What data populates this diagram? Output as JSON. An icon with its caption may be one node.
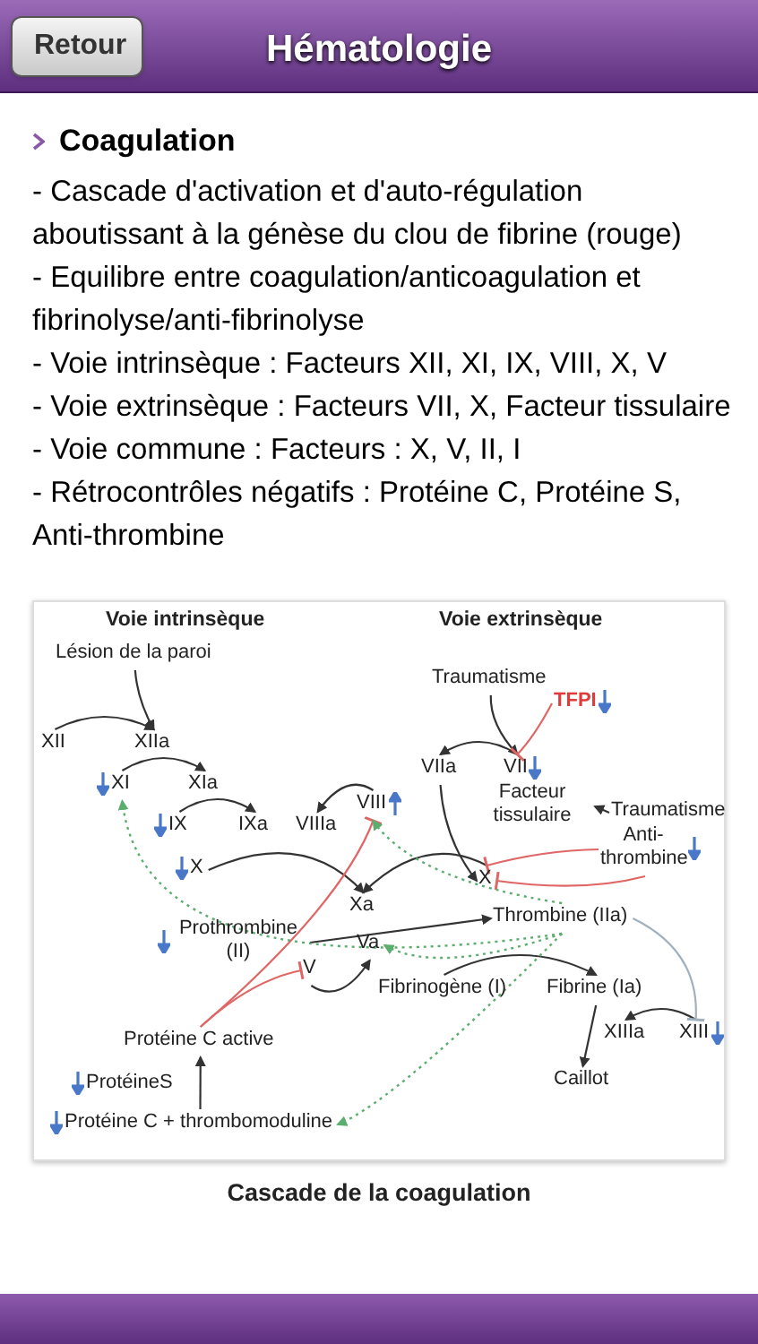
{
  "diagram": {
    "title": "Hématologie",
    "caption": "Cascade de la coagulation",
    "nodes": [
      {
        "text": [
          "Lésion de la paroi"
        ]
      },
      {
        "text": [
          "XII"
        ]
      },
      {
        "text": [
          "XIIa"
        ]
      },
      {
        "text": [
          "XI"
        ]
      },
      {
        "text": [
          "XIa"
        ]
      },
      {
        "text": [
          "IX"
        ]
      },
      {
        "text": [
          "IXa"
        ]
      },
      {
        "text": [
          "VIIIa"
        ]
      },
      {
        "text": [
          "VIII"
        ]
      },
      {
        "text": [
          "X"
        ]
      },
      {
        "text": [
          "Xa"
        ]
      },
      {
        "text": [
          "Prothrombine (II)"
        ]
      },
      {
        "text": [
          "Va"
        ]
      },
      {
        "text": [
          "V"
        ]
      },
      {
        "text": [
          "Thrombine (IIa)"
        ]
      },
      {
        "text": [
          "Traumatisme"
        ]
      },
      {
        "text": [
          "TFPI"
        ]
      },
      {
        "text": [
          "VIIa"
        ]
      },
      {
        "text": [
          "VII"
        ]
      },
      {
        "text": [
          "Facteur tissulaire"
        ]
      },
      {
        "text": [
          "Traumatisme"
        ]
      },
      {
        "text": [
          "Anti-thrombine"
        ]
      },
      {
        "text": [
          "X"
        ]
      },
      {
        "text": [
          "Fibrinogène (I)"
        ]
      },
      {
        "text": [
          "Fibrine (Ia)"
        ]
      },
      {
        "text": [
          "XIIIa"
        ]
      },
      {
        "text": [
          "XIII"
        ]
      },
      {
        "text": [
          "Caillot"
        ]
      },
      {
        "text": [
          "Protéine C active"
        ]
      },
      {
        "text": [
          "ProtéineS"
        ]
      },
      {
        "text": [
          "Protéine C + thrombomoduline"
        ]
      }
    ],
    "edges": [
      {
        "from": 0,
        "to": 2,
        "arrow": "to"
      },
      {
        "from": 1,
        "to": 2,
        "arrow": "to"
      },
      {
        "from": 3,
        "to": 4,
        "arrow": "to"
      },
      {
        "from": 5,
        "to": 6,
        "arrow": "to"
      },
      {
        "from": 8,
        "to": 7,
        "arrow": "to"
      },
      {
        "from": 9,
        "to": 10,
        "arrow": "to"
      },
      {
        "from": 22,
        "to": 10,
        "arrow": "to"
      },
      {
        "from": 13,
        "to": 12,
        "arrow": "to"
      },
      {
        "from": 11,
        "to": 14,
        "arrow": "to"
      },
      {
        "from": 15,
        "to": 18,
        "arrow": "to"
      },
      {
        "from": 18,
        "to": 17,
        "arrow": "to"
      },
      {
        "from": 17,
        "to": 22,
        "arrow": "to"
      },
      {
        "from": 20,
        "to": 19,
        "arrow": "to"
      },
      {
        "from": 16,
        "to": 18,
        "arrow": "other",
        "color": "#e06666"
      },
      {
        "from": 21,
        "to": 22,
        "arrow": "other",
        "color": "#e06666"
      },
      {
        "from": 21,
        "to": 22,
        "arrow": "other",
        "color": "#e06666"
      },
      {
        "from": 28,
        "to": 8,
        "arrow": "other",
        "color": "#e06666"
      },
      {
        "from": 28,
        "to": 13,
        "arrow": "other",
        "color": "#e06666"
      },
      {
        "from": 30,
        "to": 28,
        "arrow": "to"
      },
      {
        "from": 23,
        "to": 24,
        "arrow": "to"
      },
      {
        "from": 26,
        "to": 25,
        "arrow": "to"
      },
      {
        "from": 24,
        "to": 27,
        "arrow": "to"
      },
      {
        "from": 14,
        "to": 3,
        "arrow": "to",
        "style": "dashed",
        "color": "#5cae6e"
      },
      {
        "from": 14,
        "to": 8,
        "arrow": "to",
        "style": "dashed",
        "color": "#5cae6e"
      },
      {
        "from": 14,
        "to": 12,
        "arrow": "to",
        "style": "dashed",
        "color": "#5cae6e"
      },
      {
        "from": 14,
        "to": 30,
        "arrow": "to",
        "style": "dashed",
        "color": "#5cae6e"
      },
      {
        "from": 14,
        "to": 26,
        "arrow": "other",
        "color": "#9fb0bf"
      }
    ],
    "labels": [
      "Retour",
      "Coagulation",
      "- Cascade d'activation et d'auto-régulation aboutissant à la génèse du clou de fibrine (rouge)",
      "- Equilibre entre coagulation/anticoagulation et fibrinolyse/anti-fibrinolyse",
      "- Voie intrinsèque : Facteurs XII, XI, IX, VIII, X, V",
      "- Voie extrinsèque : Facteurs VII, X, Facteur tissulaire",
      "- Voie commune : Facteurs : X, V, II, I",
      "- Rétrocontrôles négatifs : Protéine C, Protéine S, Anti-thrombine",
      "Voie intrinsèque",
      "Voie extrinsèque"
    ]
  }
}
